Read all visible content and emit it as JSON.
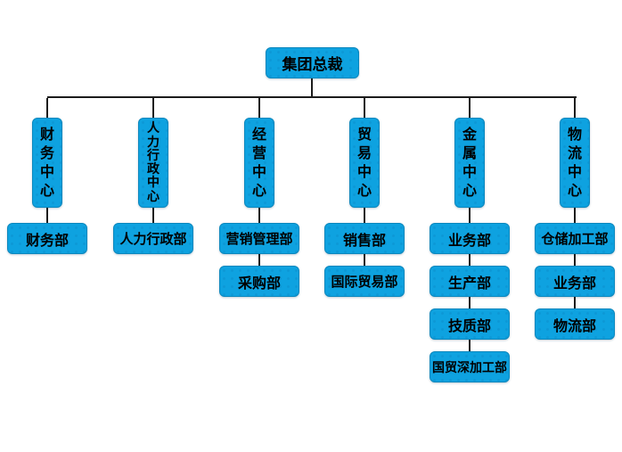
{
  "colors": {
    "box_fill": "#0ea2e0",
    "box_border": "#0b87bd",
    "connector_line": "#1c1c1c",
    "text": "#000000",
    "background": "#ffffff"
  },
  "chart_data": {
    "type": "org-chart",
    "root": {
      "label": "集团总裁"
    },
    "branches": [
      {
        "center_label": "财务中心",
        "departments": [
          "财务部"
        ]
      },
      {
        "center_label": "人力行政中心",
        "departments": [
          "人力行政部"
        ]
      },
      {
        "center_label": "经营中心",
        "departments": [
          "营销管理部",
          "采购部"
        ]
      },
      {
        "center_label": "贸易中心",
        "departments": [
          "销售部",
          "国际贸易部"
        ]
      },
      {
        "center_label": "金属中心",
        "departments": [
          "业务部",
          "生产部",
          "技质部",
          "国贸深加工部"
        ]
      },
      {
        "center_label": "物流中心",
        "departments": [
          "仓储加工部",
          "业务部",
          "物流部"
        ]
      }
    ]
  }
}
